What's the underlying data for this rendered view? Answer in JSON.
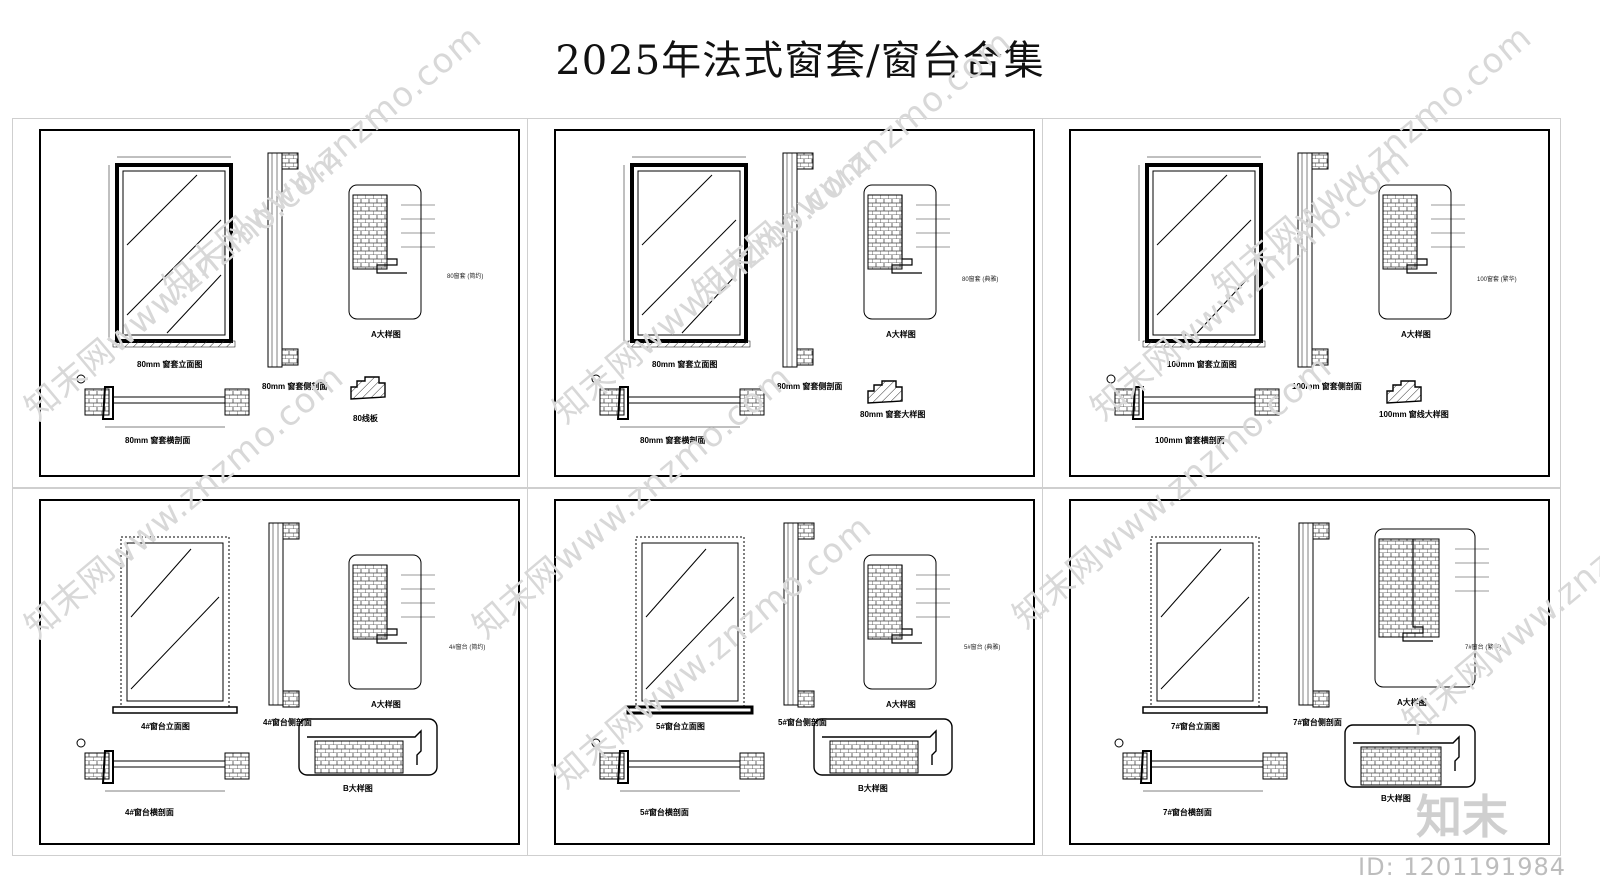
{
  "title": "2025年法式窗套/窗台合集",
  "watermark_text": "知末网www.znzmo.com",
  "logo": "知末",
  "id_label": "ID: 1201191984",
  "sheets": [
    {
      "caps": {
        "elev": "80mm 窗套立面图",
        "sect": "80mm 窗套侧剖面",
        "detail": "A大样图",
        "plan": "80mm 窗套横剖面",
        "prof": "80线板"
      },
      "side": "80窗套 (简约)"
    },
    {
      "caps": {
        "elev": "80mm 窗套立面图",
        "sect": "80mm 窗套侧剖面",
        "detail": "A大样图",
        "plan": "80mm 窗套横剖面",
        "prof": "80mm 窗套大样图"
      },
      "side": "80窗套 (典雅)"
    },
    {
      "caps": {
        "elev": "100mm 窗套立面图",
        "sect": "100mm 窗套侧剖面",
        "detail": "A大样图",
        "plan": "100mm 窗套横剖面",
        "prof": "100mm 窗线大样图"
      },
      "side": "100窗套 (繁华)"
    },
    {
      "caps": {
        "elev": "4#窗台立面图",
        "sect": "4#窗台侧剖面",
        "detail": "A大样图",
        "plan": "4#窗台横剖面",
        "prof": "B大样图"
      },
      "side": "4#窗台 (简约)"
    },
    {
      "caps": {
        "elev": "5#窗台立面图",
        "sect": "5#窗台侧剖面",
        "detail": "A大样图",
        "plan": "5#窗台横剖面",
        "prof": "B大样图"
      },
      "side": "5#窗台 (典雅)"
    },
    {
      "caps": {
        "elev": "7#窗台立面图",
        "sect": "7#窗台侧剖面",
        "detail": "A大样图",
        "plan": "7#窗台横剖面",
        "prof": "B大样图"
      },
      "side": "7#窗台 (繁华)"
    }
  ]
}
